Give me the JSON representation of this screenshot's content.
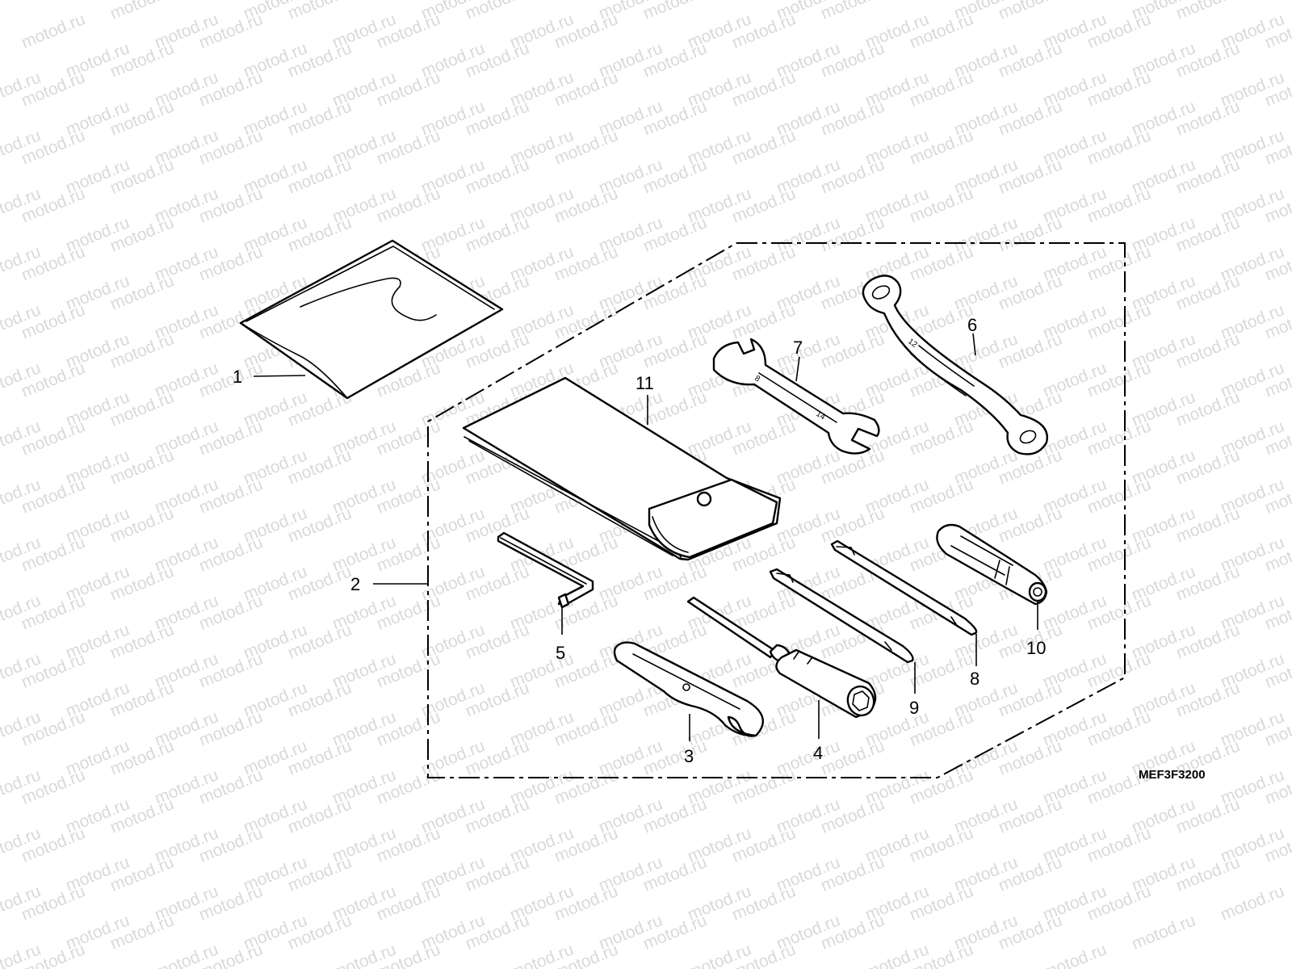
{
  "watermark": "motod.ru",
  "drawing_code": "MEF3F3200",
  "callouts": [
    "1",
    "2",
    "3",
    "4",
    "5",
    "6",
    "7",
    "8",
    "9",
    "10",
    "11"
  ],
  "wrench_stamps": {
    "ring_wrench": "12",
    "open_wrench_a": "8",
    "open_wrench_b": "14"
  },
  "colors": {
    "line": "#000000",
    "background": "#ffffff",
    "watermark": "#d9d9d9"
  }
}
